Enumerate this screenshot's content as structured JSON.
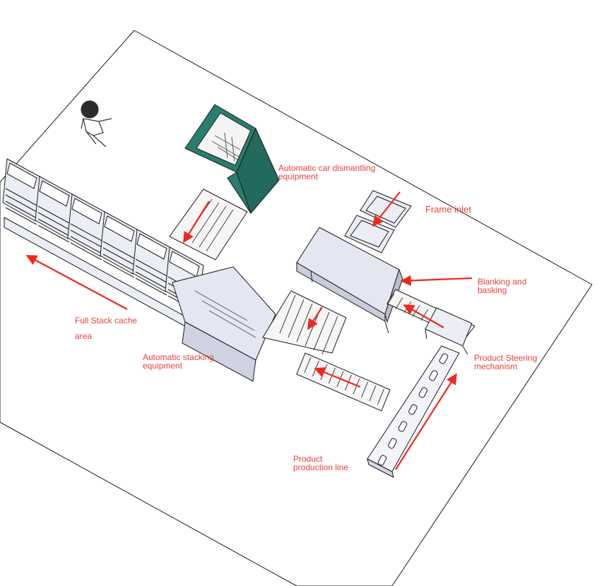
{
  "colors": {
    "label": "#e8413a",
    "arrow": "#f0281e",
    "outline": "#1a1a1a",
    "machine_fill": "#e4e6f2",
    "panel_fill": "#2a7d6f",
    "pallet_fill": "#eceef6"
  },
  "labels": {
    "car_dismantling": {
      "line1": "Automatic car dismantling",
      "line2": "equipment"
    },
    "frame_inlet": {
      "line1": "Frame inlet"
    },
    "blanking": {
      "line1": "Blanking and",
      "line2": "basking"
    },
    "full_stack": {
      "line1": "Full Stack cache",
      "line2": "area"
    },
    "stacking": {
      "line1": "Automatic stacking",
      "line2": "equipment"
    },
    "steering": {
      "line1": "Product Steering",
      "line2": "mechanism"
    },
    "production_line": {
      "line1": "Product",
      "line2": "production line"
    }
  },
  "icons": [
    "person-icon"
  ]
}
